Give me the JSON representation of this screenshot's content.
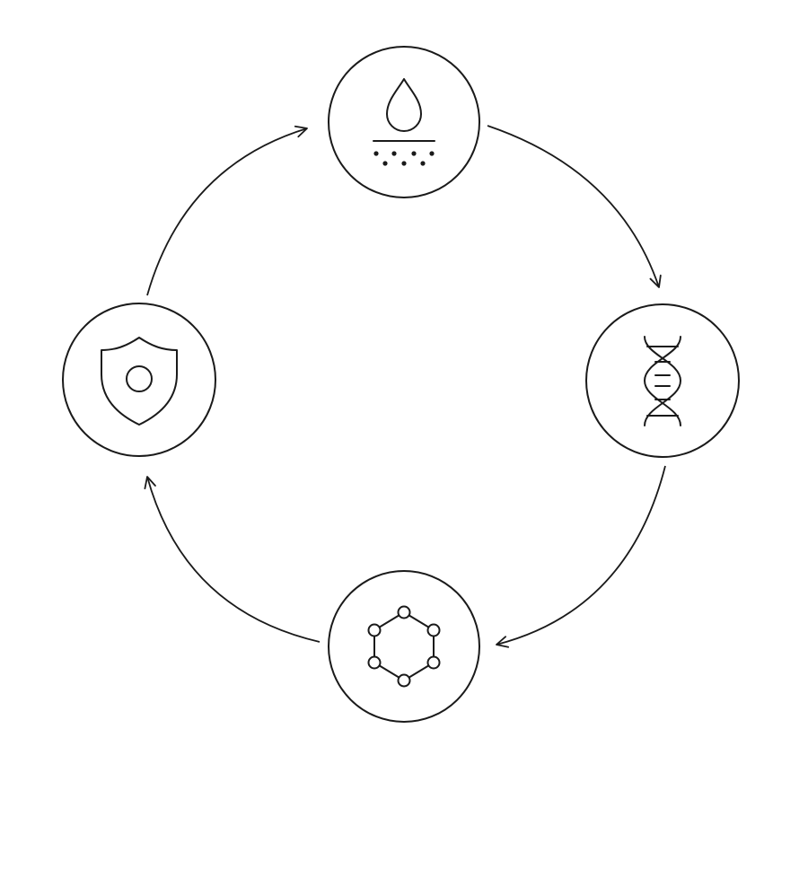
{
  "diagram": {
    "type": "cycle",
    "direction": "clockwise",
    "line_color": "#1a1a1a",
    "background": "#ffffff",
    "nodes": [
      {
        "id": "top",
        "icon": "water-drop-on-soil-icon"
      },
      {
        "id": "right",
        "icon": "dna-helix-icon"
      },
      {
        "id": "bottom",
        "icon": "hexagon-molecule-icon"
      },
      {
        "id": "left",
        "icon": "shield-icon"
      }
    ],
    "edges": [
      {
        "from": "top",
        "to": "right"
      },
      {
        "from": "right",
        "to": "bottom"
      },
      {
        "from": "bottom",
        "to": "left"
      },
      {
        "from": "left",
        "to": "top"
      }
    ]
  }
}
